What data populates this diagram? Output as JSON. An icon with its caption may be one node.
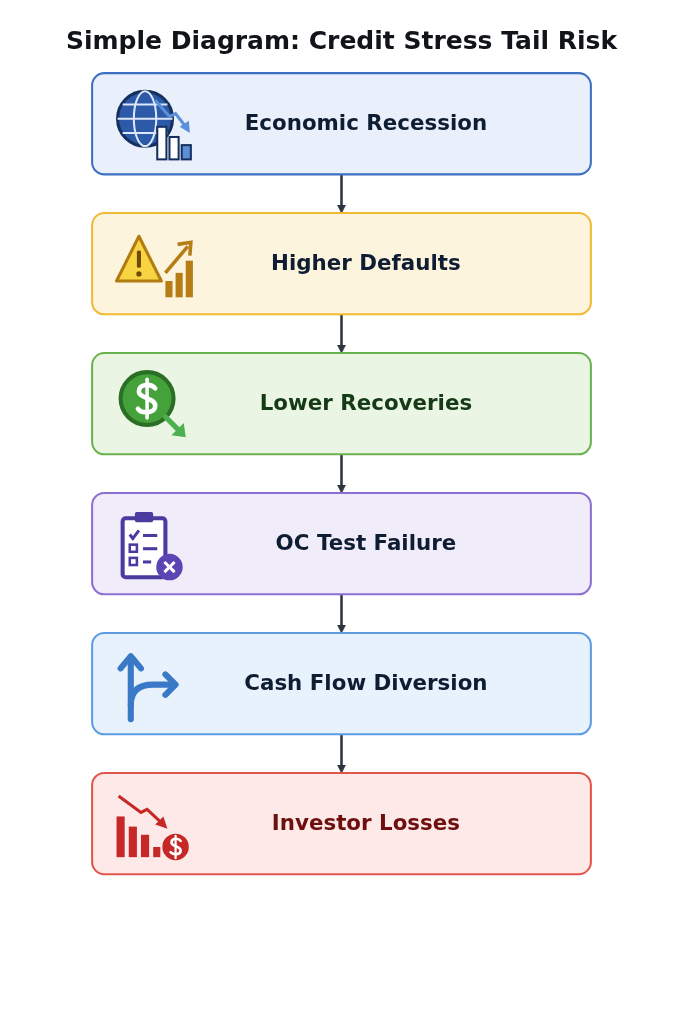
{
  "diagram": {
    "title": "Simple Diagram: Credit Stress Tail Risk",
    "nodes": [
      {
        "text": [
          "Economic Recession"
        ]
      },
      {
        "text": [
          "Higher Defaults"
        ]
      },
      {
        "text": [
          "Lower Recoveries"
        ]
      },
      {
        "text": [
          "OC Test Failure"
        ]
      },
      {
        "text": [
          "Cash Flow Diversion"
        ]
      },
      {
        "text": [
          "Investor Losses"
        ]
      }
    ],
    "edges": [
      {
        "from": 0,
        "to": 1,
        "arrow": "to"
      },
      {
        "from": 1,
        "to": 2,
        "arrow": "to"
      },
      {
        "from": 2,
        "to": 3,
        "arrow": "to"
      },
      {
        "from": 3,
        "to": 4,
        "arrow": "to"
      },
      {
        "from": 4,
        "to": 5,
        "arrow": "to"
      }
    ]
  }
}
